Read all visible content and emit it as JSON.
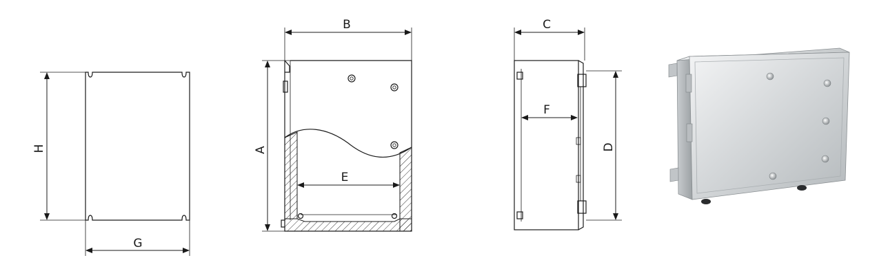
{
  "labels": {
    "h": "H",
    "g": "G",
    "b": "B",
    "a": "A",
    "e": "E",
    "c": "C",
    "f": "F",
    "d": "D"
  },
  "colors": {
    "line": "#1a1a1a",
    "steel_light": "#e9ebec",
    "steel_mid": "#c7cbcd",
    "steel_dark": "#9ea3a6"
  }
}
